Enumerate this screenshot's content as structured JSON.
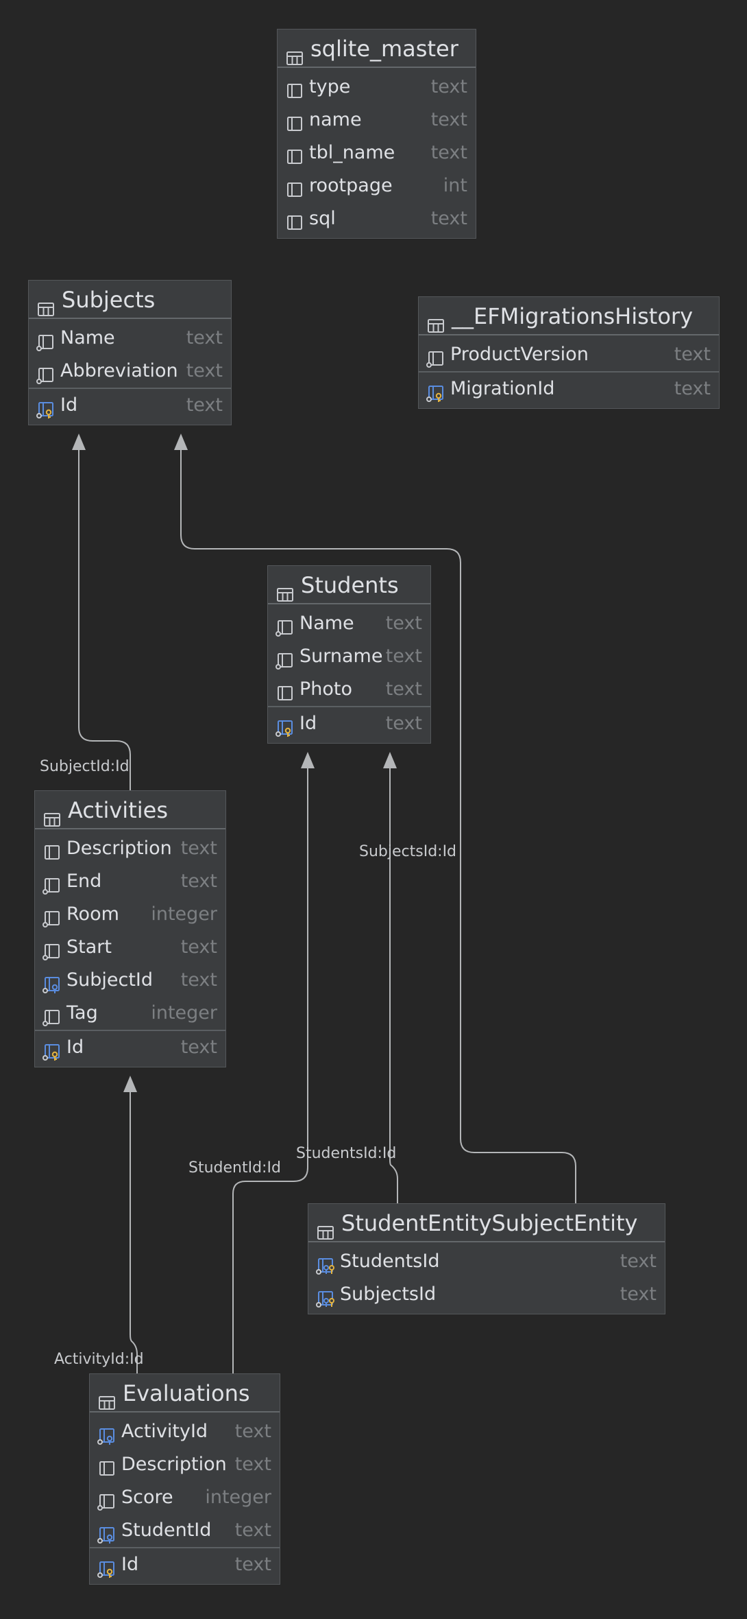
{
  "tables": [
    {
      "id": "sqlite_master",
      "name": "sqlite_master",
      "fields": [
        {
          "name": "type",
          "type": "text",
          "icon": "column-icon"
        },
        {
          "name": "name",
          "type": "text",
          "icon": "column-icon"
        },
        {
          "name": "tbl_name",
          "type": "text",
          "icon": "column-icon"
        },
        {
          "name": "rootpage",
          "type": "int",
          "icon": "column-icon"
        },
        {
          "name": "sql",
          "type": "text",
          "icon": "column-icon"
        }
      ]
    },
    {
      "id": "subjects",
      "name": "Subjects",
      "fields": [
        {
          "name": "Name",
          "type": "text",
          "icon": "not-null-column-icon"
        },
        {
          "name": "Abbreviation",
          "type": "text",
          "icon": "not-null-column-icon"
        },
        {
          "name": "Id",
          "type": "text",
          "icon": "primary-key-icon",
          "pk": true
        }
      ]
    },
    {
      "id": "efmigrationshistory",
      "name": "__EFMigrationsHistory",
      "fields": [
        {
          "name": "ProductVersion",
          "type": "text",
          "icon": "not-null-column-icon"
        },
        {
          "name": "MigrationId",
          "type": "text",
          "icon": "primary-key-icon",
          "pk": true
        }
      ]
    },
    {
      "id": "students",
      "name": "Students",
      "fields": [
        {
          "name": "Name",
          "type": "text",
          "icon": "not-null-column-icon"
        },
        {
          "name": "Surname",
          "type": "text",
          "icon": "not-null-column-icon"
        },
        {
          "name": "Photo",
          "type": "text",
          "icon": "column-icon"
        },
        {
          "name": "Id",
          "type": "text",
          "icon": "primary-key-icon",
          "pk": true
        }
      ]
    },
    {
      "id": "activities",
      "name": "Activities",
      "fields": [
        {
          "name": "Description",
          "type": "text",
          "icon": "column-icon"
        },
        {
          "name": "End",
          "type": "text",
          "icon": "not-null-column-icon"
        },
        {
          "name": "Room",
          "type": "integer",
          "icon": "not-null-column-icon"
        },
        {
          "name": "Start",
          "type": "text",
          "icon": "not-null-column-icon"
        },
        {
          "name": "SubjectId",
          "type": "text",
          "icon": "foreign-key-icon"
        },
        {
          "name": "Tag",
          "type": "integer",
          "icon": "not-null-column-icon"
        },
        {
          "name": "Id",
          "type": "text",
          "icon": "primary-key-icon",
          "pk": true
        }
      ]
    },
    {
      "id": "studententitysubjectentity",
      "name": "StudentEntitySubjectEntity",
      "fields": [
        {
          "name": "StudentsId",
          "type": "text",
          "icon": "primary-foreign-key-icon"
        },
        {
          "name": "SubjectsId",
          "type": "text",
          "icon": "primary-foreign-key-icon"
        }
      ]
    },
    {
      "id": "evaluations",
      "name": "Evaluations",
      "fields": [
        {
          "name": "ActivityId",
          "type": "text",
          "icon": "foreign-key-icon"
        },
        {
          "name": "Description",
          "type": "text",
          "icon": "column-icon"
        },
        {
          "name": "Score",
          "type": "integer",
          "icon": "not-null-column-icon"
        },
        {
          "name": "StudentId",
          "type": "text",
          "icon": "foreign-key-icon"
        },
        {
          "name": "Id",
          "type": "text",
          "icon": "primary-key-icon",
          "pk": true
        }
      ]
    }
  ],
  "relations": [
    {
      "id": "activities-subjects",
      "from": "Activities",
      "to": "Subjects",
      "label": "SubjectId:Id"
    },
    {
      "id": "sese-subjects",
      "from": "StudentEntitySubjectEntity",
      "to": "Subjects",
      "label": "SubjectsId:Id"
    },
    {
      "id": "sese-students",
      "from": "StudentEntitySubjectEntity",
      "to": "Students",
      "label": "StudentsId:Id"
    },
    {
      "id": "evaluations-students",
      "from": "Evaluations",
      "to": "Students",
      "label": "StudentId:Id"
    },
    {
      "id": "evaluations-activities",
      "from": "Evaluations",
      "to": "Activities",
      "label": "ActivityId:Id"
    }
  ],
  "colors": {
    "background": "#262626",
    "table_bg": "#3b3d3f",
    "text": "#dfe1e5",
    "type_text": "#7c7f82",
    "link": "#b4b6b8",
    "icon_blue": "#5a8de0",
    "icon_gold": "#e3b341"
  }
}
